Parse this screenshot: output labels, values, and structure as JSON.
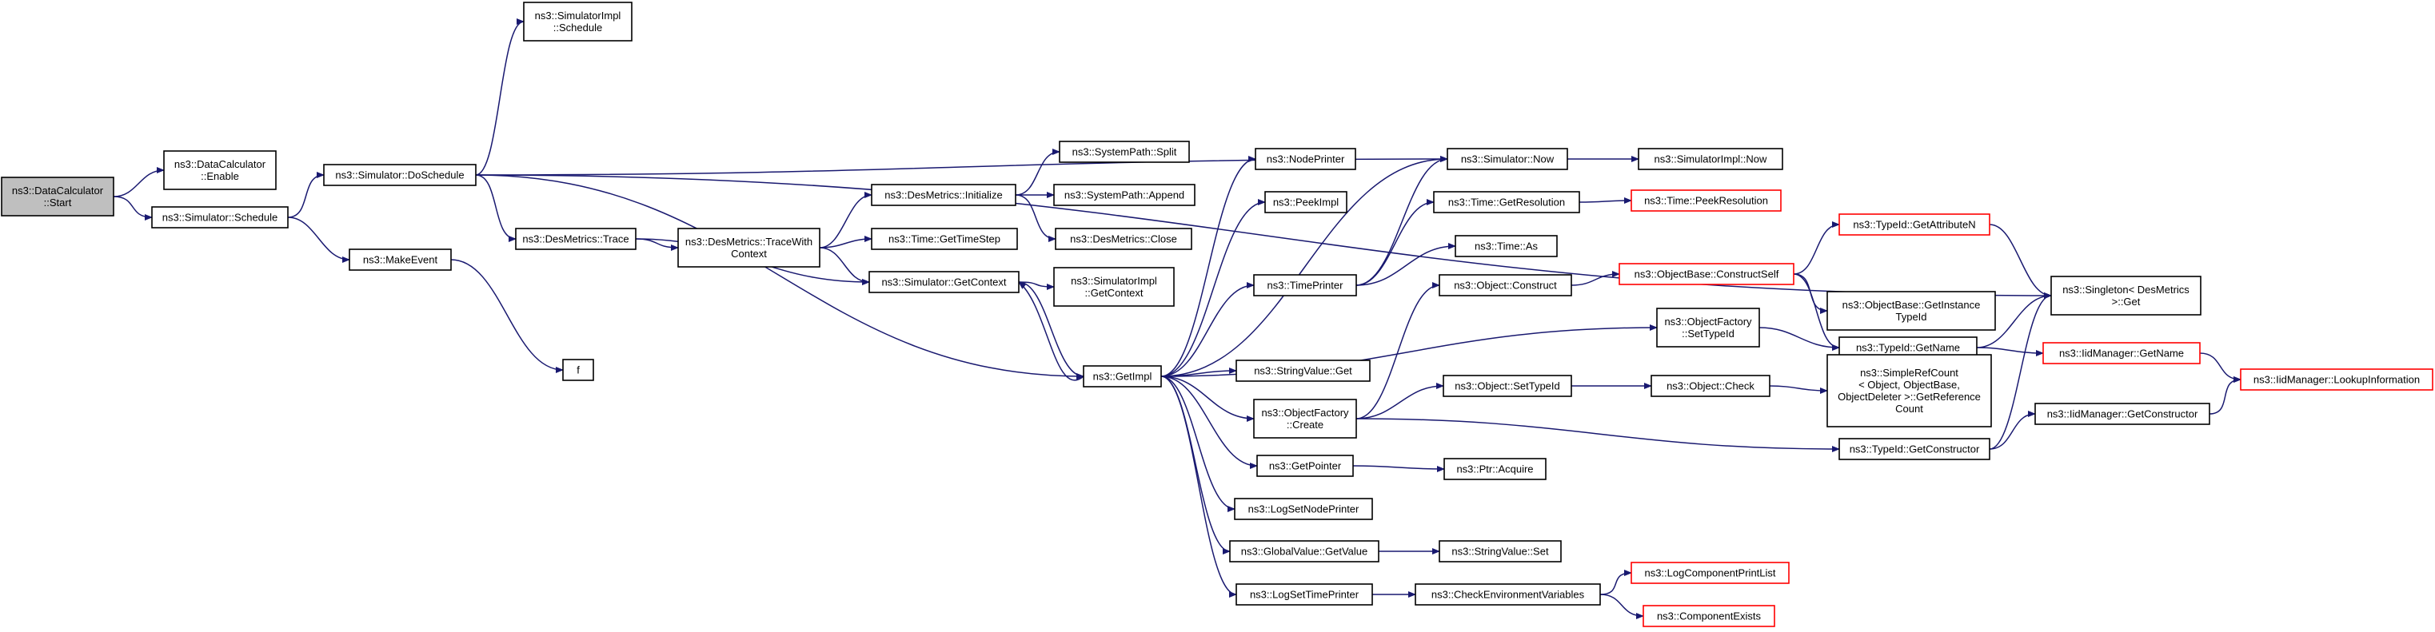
{
  "colors": {
    "edge": "#191970",
    "node_border": "#000000",
    "node_border_truncated": "#ff0000",
    "root_fill": "#bfbfbf",
    "node_fill": "#ffffff"
  },
  "nodes": [
    {
      "id": "dc_start",
      "lines": [
        "ns3::DataCalculator",
        "::Start"
      ],
      "style": "root"
    },
    {
      "id": "dc_enable",
      "lines": [
        "ns3::DataCalculator",
        "::Enable"
      ],
      "style": "normal"
    },
    {
      "id": "sim_schedule",
      "lines": [
        "ns3::Simulator::Schedule"
      ],
      "style": "normal"
    },
    {
      "id": "simimpl_schedule",
      "lines": [
        "ns3::SimulatorImpl",
        "::Schedule"
      ],
      "style": "normal"
    },
    {
      "id": "sim_doschedule",
      "lines": [
        "ns3::Simulator::DoSchedule"
      ],
      "style": "normal"
    },
    {
      "id": "makeevent",
      "lines": [
        "ns3::MakeEvent"
      ],
      "style": "normal"
    },
    {
      "id": "f",
      "lines": [
        "f"
      ],
      "style": "normal"
    },
    {
      "id": "des_trace",
      "lines": [
        "ns3::DesMetrics::Trace"
      ],
      "style": "normal"
    },
    {
      "id": "des_tracewith",
      "lines": [
        "ns3::DesMetrics::TraceWith",
        "Context"
      ],
      "style": "normal"
    },
    {
      "id": "des_init",
      "lines": [
        "ns3::DesMetrics::Initialize"
      ],
      "style": "normal"
    },
    {
      "id": "sp_split",
      "lines": [
        "ns3::SystemPath::Split"
      ],
      "style": "normal"
    },
    {
      "id": "sp_append",
      "lines": [
        "ns3::SystemPath::Append"
      ],
      "style": "normal"
    },
    {
      "id": "des_close",
      "lines": [
        "ns3::DesMetrics::Close"
      ],
      "style": "normal"
    },
    {
      "id": "time_gettimestep",
      "lines": [
        "ns3::Time::GetTimeStep"
      ],
      "style": "normal"
    },
    {
      "id": "sim_getcontext",
      "lines": [
        "ns3::Simulator::GetContext"
      ],
      "style": "normal"
    },
    {
      "id": "simimpl_getcontext",
      "lines": [
        "ns3::SimulatorImpl",
        "::GetContext"
      ],
      "style": "normal"
    },
    {
      "id": "getimpl",
      "lines": [
        "ns3::GetImpl"
      ],
      "style": "normal"
    },
    {
      "id": "nodeprinter",
      "lines": [
        "ns3::NodePrinter"
      ],
      "style": "normal"
    },
    {
      "id": "peekimpl",
      "lines": [
        "ns3::PeekImpl"
      ],
      "style": "normal"
    },
    {
      "id": "timeprinter",
      "lines": [
        "ns3::TimePrinter"
      ],
      "style": "normal"
    },
    {
      "id": "stringvalue_get",
      "lines": [
        "ns3::StringValue::Get"
      ],
      "style": "normal"
    },
    {
      "id": "of_create",
      "lines": [
        "ns3::ObjectFactory",
        "::Create"
      ],
      "style": "normal"
    },
    {
      "id": "getpointer",
      "lines": [
        "ns3::GetPointer"
      ],
      "style": "normal"
    },
    {
      "id": "logsetnodeprinter",
      "lines": [
        "ns3::LogSetNodePrinter"
      ],
      "style": "normal"
    },
    {
      "id": "gv_getvalue",
      "lines": [
        "ns3::GlobalValue::GetValue"
      ],
      "style": "normal"
    },
    {
      "id": "logsettimeprinter",
      "lines": [
        "ns3::LogSetTimePrinter"
      ],
      "style": "normal"
    },
    {
      "id": "sim_now",
      "lines": [
        "ns3::Simulator::Now"
      ],
      "style": "normal"
    },
    {
      "id": "simimpl_now",
      "lines": [
        "ns3::SimulatorImpl::Now"
      ],
      "style": "normal"
    },
    {
      "id": "time_getres",
      "lines": [
        "ns3::Time::GetResolution"
      ],
      "style": "normal"
    },
    {
      "id": "time_peekres",
      "lines": [
        "ns3::Time::PeekResolution"
      ],
      "style": "truncated"
    },
    {
      "id": "time_as",
      "lines": [
        "ns3::Time::As"
      ],
      "style": "normal"
    },
    {
      "id": "obj_construct",
      "lines": [
        "ns3::Object::Construct"
      ],
      "style": "normal"
    },
    {
      "id": "ob_constructself",
      "lines": [
        "ns3::ObjectBase::ConstructSelf"
      ],
      "style": "truncated"
    },
    {
      "id": "typeid_getattrn",
      "lines": [
        "ns3::TypeId::GetAttributeN"
      ],
      "style": "truncated"
    },
    {
      "id": "ob_getinstance",
      "lines": [
        "ns3::ObjectBase::GetInstance",
        "TypeId"
      ],
      "style": "normal"
    },
    {
      "id": "of_settypeid",
      "lines": [
        "ns3::ObjectFactory",
        "::SetTypeId"
      ],
      "style": "normal"
    },
    {
      "id": "typeid_getname",
      "lines": [
        "ns3::TypeId::GetName"
      ],
      "style": "normal"
    },
    {
      "id": "singleton_get",
      "lines": [
        "ns3::Singleton< DesMetrics",
        " >::Get"
      ],
      "style": "normal"
    },
    {
      "id": "iidm_getname",
      "lines": [
        "ns3::IidManager::GetName"
      ],
      "style": "truncated"
    },
    {
      "id": "iidm_lookup",
      "lines": [
        "ns3::IidManager::LookupInformation"
      ],
      "style": "truncated"
    },
    {
      "id": "obj_settypeid",
      "lines": [
        "ns3::Object::SetTypeId"
      ],
      "style": "normal"
    },
    {
      "id": "obj_check",
      "lines": [
        "ns3::Object::Check"
      ],
      "style": "normal"
    },
    {
      "id": "simplerefcount",
      "lines": [
        "ns3::SimpleRefCount",
        "< Object, ObjectBase,",
        " ObjectDeleter >::GetReference",
        "Count"
      ],
      "style": "normal"
    },
    {
      "id": "typeid_getconstructor",
      "lines": [
        "ns3::TypeId::GetConstructor"
      ],
      "style": "normal"
    },
    {
      "id": "iidm_getconstructor",
      "lines": [
        "ns3::IidManager::GetConstructor"
      ],
      "style": "normal"
    },
    {
      "id": "ptr_acquire",
      "lines": [
        "ns3::Ptr::Acquire"
      ],
      "style": "normal"
    },
    {
      "id": "stringvalue_set",
      "lines": [
        "ns3::StringValue::Set"
      ],
      "style": "normal"
    },
    {
      "id": "checkenv",
      "lines": [
        "ns3::CheckEnvironmentVariables"
      ],
      "style": "normal"
    },
    {
      "id": "logcomp_printlist",
      "lines": [
        "ns3::LogComponentPrintList"
      ],
      "style": "truncated"
    },
    {
      "id": "comp_exists",
      "lines": [
        "ns3::ComponentExists"
      ],
      "style": "truncated"
    }
  ],
  "edges": [
    [
      "dc_start",
      "dc_enable"
    ],
    [
      "dc_start",
      "sim_schedule"
    ],
    [
      "sim_schedule",
      "sim_doschedule"
    ],
    [
      "sim_schedule",
      "makeevent"
    ],
    [
      "sim_doschedule",
      "simimpl_schedule"
    ],
    [
      "sim_doschedule",
      "singleton_get"
    ],
    [
      "sim_doschedule",
      "sim_now"
    ],
    [
      "sim_doschedule",
      "des_trace"
    ],
    [
      "sim_doschedule",
      "getimpl"
    ],
    [
      "makeevent",
      "f"
    ],
    [
      "des_trace",
      "des_tracewith"
    ],
    [
      "des_trace",
      "sim_getcontext"
    ],
    [
      "des_tracewith",
      "des_init"
    ],
    [
      "des_tracewith",
      "time_gettimestep"
    ],
    [
      "des_tracewith",
      "sim_getcontext"
    ],
    [
      "des_init",
      "sp_split"
    ],
    [
      "des_init",
      "sp_append"
    ],
    [
      "des_init",
      "des_close"
    ],
    [
      "sim_getcontext",
      "simimpl_getcontext"
    ],
    [
      "sim_getcontext",
      "getimpl"
    ],
    [
      "getimpl",
      "sim_getcontext"
    ],
    [
      "getimpl",
      "nodeprinter"
    ],
    [
      "getimpl",
      "peekimpl"
    ],
    [
      "getimpl",
      "timeprinter"
    ],
    [
      "getimpl",
      "sim_now"
    ],
    [
      "getimpl",
      "stringvalue_get"
    ],
    [
      "getimpl",
      "of_create"
    ],
    [
      "getimpl",
      "getpointer"
    ],
    [
      "getimpl",
      "logsetnodeprinter"
    ],
    [
      "getimpl",
      "gv_getvalue"
    ],
    [
      "getimpl",
      "logsettimeprinter"
    ],
    [
      "getimpl",
      "of_settypeid"
    ],
    [
      "timeprinter",
      "sim_now"
    ],
    [
      "timeprinter",
      "time_getres"
    ],
    [
      "timeprinter",
      "time_as"
    ],
    [
      "sim_now",
      "simimpl_now"
    ],
    [
      "time_getres",
      "time_peekres"
    ],
    [
      "of_create",
      "obj_construct"
    ],
    [
      "of_create",
      "obj_settypeid"
    ],
    [
      "of_create",
      "typeid_getconstructor"
    ],
    [
      "obj_construct",
      "ob_constructself"
    ],
    [
      "ob_constructself",
      "typeid_getattrn"
    ],
    [
      "ob_constructself",
      "ob_getinstance"
    ],
    [
      "ob_constructself",
      "typeid_getname"
    ],
    [
      "typeid_getattrn",
      "singleton_get"
    ],
    [
      "of_settypeid",
      "typeid_getname"
    ],
    [
      "typeid_getname",
      "singleton_get"
    ],
    [
      "typeid_getname",
      "iidm_getname"
    ],
    [
      "iidm_getname",
      "iidm_lookup"
    ],
    [
      "obj_settypeid",
      "obj_check"
    ],
    [
      "obj_check",
      "simplerefcount"
    ],
    [
      "typeid_getconstructor",
      "iidm_getconstructor"
    ],
    [
      "typeid_getconstructor",
      "singleton_get"
    ],
    [
      "iidm_getconstructor",
      "iidm_lookup"
    ],
    [
      "getpointer",
      "ptr_acquire"
    ],
    [
      "gv_getvalue",
      "stringvalue_set"
    ],
    [
      "logsettimeprinter",
      "checkenv"
    ],
    [
      "checkenv",
      "logcomp_printlist"
    ],
    [
      "checkenv",
      "comp_exists"
    ]
  ]
}
